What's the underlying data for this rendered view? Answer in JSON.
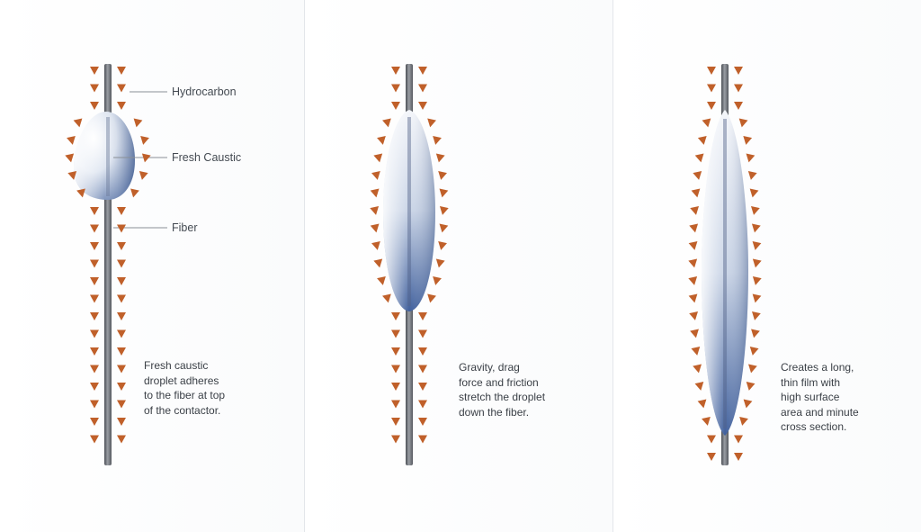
{
  "callouts": {
    "hydrocarbon": "Hydrocarbon",
    "fresh_caustic": "Fresh Caustic",
    "fiber": "Fiber"
  },
  "captions": [
    "Fresh caustic\ndroplet adheres\nto the fiber at top\nof the contactor.",
    "Gravity, drag\nforce and friction\nstretch the droplet\ndown the fiber.",
    "Creates a long,\nthin film with\nhigh surface\narea and minute\ncross section."
  ],
  "colors": {
    "arrow": "#c0602a",
    "fiber": "#6e7278",
    "droplet_light": "#eef2f8",
    "droplet_dark": "#3f5f9c",
    "text": "#3a3f46"
  },
  "icons": [
    "hydrocarbon-flow-arrow-icon",
    "fiber-icon",
    "caustic-droplet-icon"
  ]
}
